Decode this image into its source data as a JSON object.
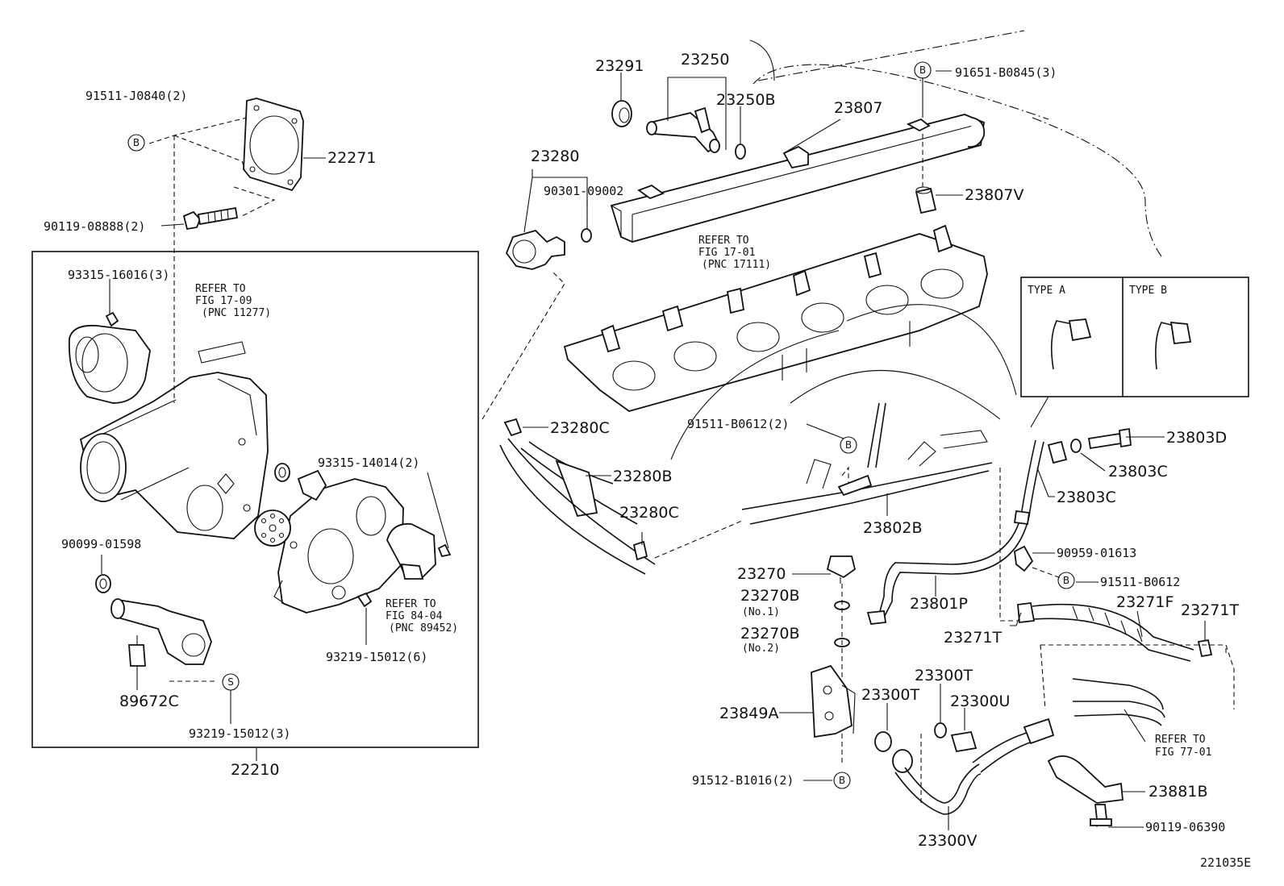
{
  "diagram_code": "221035E",
  "parts": {
    "p23291": "23291",
    "p23250": "23250",
    "p23250B": "23250B",
    "p91651": "91651-B0845(3)",
    "p23807": "23807",
    "p91511_J0840": "91511-J0840(2)",
    "p22271": "22271",
    "p90119_08888": "90119-08888(2)",
    "p23280": "23280",
    "p90301": "90301-09002",
    "p23807V": "23807V",
    "p93315_16016": "93315-16016(3)",
    "p23280C_a": "23280C",
    "p23280B": "23280B",
    "p23280C_b": "23280C",
    "p91511_B0612_2": "91511-B0612(2)",
    "p23803D": "23803D",
    "p23803C_a": "23803C",
    "p23803C_b": "23803C",
    "p93315_14014": "93315-14014(2)",
    "p23802B": "23802B",
    "p90099": "90099-01598",
    "p90959": "90959-01613",
    "p91511_B0612": "91511-B0612",
    "p23270": "23270",
    "p23270B_1": "23270B",
    "p23270B_1_note": "(No.1)",
    "p23801P": "23801P",
    "p23270B_2": "23270B",
    "p23270B_2_note": "(No.2)",
    "p23271F": "23271F",
    "p23271T_a": "23271T",
    "p23271T_b": "23271T",
    "p93219_6": "93219-15012(6)",
    "p89672C": "89672C",
    "p23300T_a": "23300T",
    "p23300T_b": "23300T",
    "p23300U": "23300U",
    "p23849A": "23849A",
    "p93219_3": "93219-15012(3)",
    "p22210": "22210",
    "p91512": "91512-B1016(2)",
    "p23881B": "23881B",
    "p90119_06390": "90119-06390",
    "p23300V": "23300V"
  },
  "refs": {
    "r1709": [
      "REFER TO",
      "FIG 17-09",
      "(PNC 11277)"
    ],
    "r1701": [
      "REFER TO",
      "FIG 17-01",
      "(PNC 17111)"
    ],
    "r8404": [
      "REFER TO",
      "FIG 84-04",
      "(PNC 89452)"
    ],
    "r7701": [
      "REFER TO",
      "FIG 77-01"
    ]
  },
  "type_box": {
    "a": "TYPE A",
    "b": "TYPE B"
  },
  "symbols": {
    "b": "B",
    "s": "S"
  }
}
